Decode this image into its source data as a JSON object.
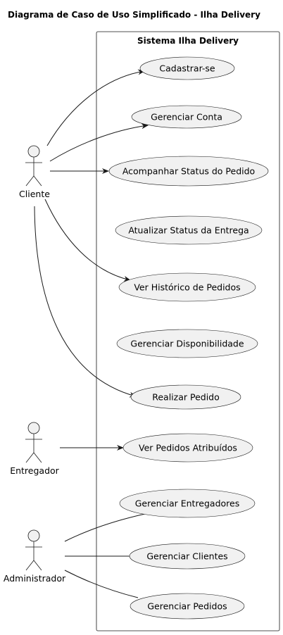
{
  "diagram": {
    "title": "Diagrama de Caso de Uso Simplificado - Ilha Delivery",
    "system_name": "Sistema Ilha Delivery",
    "actors": {
      "cliente": "Cliente",
      "entregador": "Entregador",
      "administrador": "Administrador"
    },
    "use_cases": {
      "cadastrar": "Cadastrar-se",
      "gerenciar_conta": "Gerenciar Conta",
      "acompanhar_status": "Acompanhar Status do Pedido",
      "atualizar_status": "Atualizar Status da Entrega",
      "ver_historico": "Ver Histórico de Pedidos",
      "gerenciar_disponibilidade": "Gerenciar Disponibilidade",
      "realizar_pedido": "Realizar Pedido",
      "ver_pedidos_atribuidos": "Ver Pedidos Atribuídos",
      "gerenciar_entregadores": "Gerenciar Entregadores",
      "gerenciar_clientes": "Gerenciar Clientes",
      "gerenciar_pedidos": "Gerenciar Pedidos"
    },
    "relationships": [
      {
        "from": "Cliente",
        "to": "Cadastrar-se",
        "arrow": true
      },
      {
        "from": "Cliente",
        "to": "Gerenciar Conta",
        "arrow": true
      },
      {
        "from": "Cliente",
        "to": "Acompanhar Status do Pedido",
        "arrow": true
      },
      {
        "from": "Cliente",
        "to": "Ver Histórico de Pedidos",
        "arrow": true
      },
      {
        "from": "Cliente",
        "to": "Realizar Pedido",
        "arrow": true
      },
      {
        "from": "Entregador",
        "to": "Ver Pedidos Atribuídos",
        "arrow": true
      },
      {
        "from": "Administrador",
        "to": "Gerenciar Entregadores",
        "arrow": false
      },
      {
        "from": "Administrador",
        "to": "Gerenciar Clientes",
        "arrow": false
      },
      {
        "from": "Administrador",
        "to": "Gerenciar Pedidos",
        "arrow": false
      }
    ]
  }
}
